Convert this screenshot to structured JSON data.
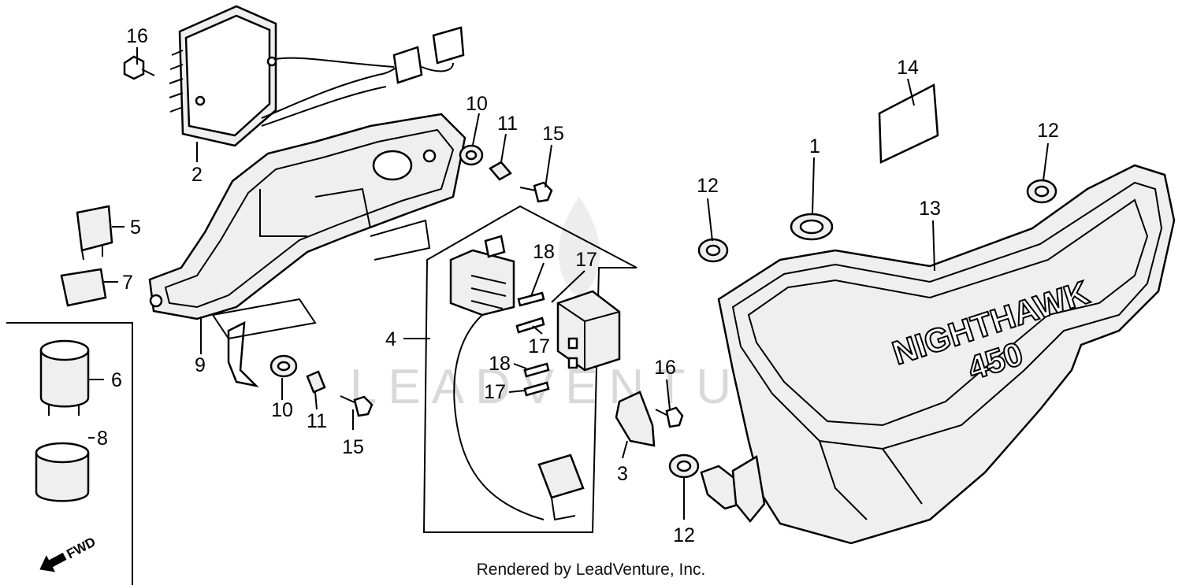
{
  "diagram": {
    "watermark": "LEADVENTURE",
    "fwd_label": "FWD",
    "tank_emblem": {
      "line1": "NIGHTHAWK",
      "line2": "450"
    },
    "callouts": [
      "16",
      "2",
      "5",
      "7",
      "9",
      "6",
      "8",
      "10",
      "11",
      "15",
      "10",
      "11",
      "15",
      "4",
      "18",
      "17",
      "17",
      "18",
      "17",
      "3",
      "16",
      "12",
      "1",
      "14",
      "12",
      "13",
      "12"
    ]
  },
  "footer": {
    "credit": "Rendered by LeadVenture, Inc."
  }
}
